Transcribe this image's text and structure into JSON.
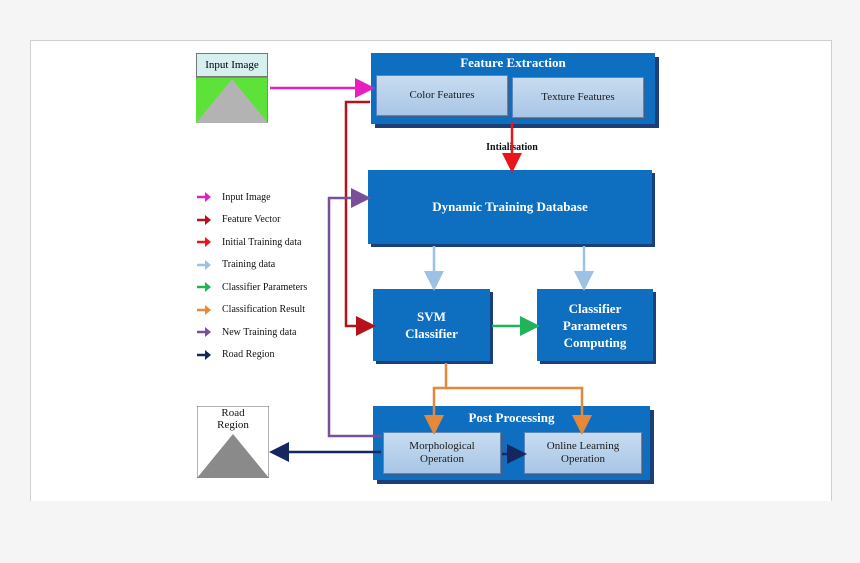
{
  "diagram": {
    "input_image_label": "Input Image",
    "feature_extraction": {
      "title": "Feature Extraction",
      "color_features": "Color Features",
      "texture_features": "Texture Features"
    },
    "initialisation_label": "Intialisation",
    "dynamic_db": "Dynamic Training Database",
    "svm_classifier": [
      "SVM",
      "Classifier"
    ],
    "classifier_params": [
      "Classifier",
      "Parameters",
      "Computing"
    ],
    "post_processing": {
      "title": "Post Processing",
      "morphological": [
        "Morphological",
        "Operation"
      ],
      "online_learning": [
        "Online Learning",
        "Operation"
      ]
    },
    "road_region_label": [
      "Road",
      "Region"
    ],
    "legend": [
      {
        "label": "Input Image",
        "color": "#e61fbf"
      },
      {
        "label": "Feature Vector",
        "color": "#b5121b"
      },
      {
        "label": "Initial Training data",
        "color": "#e8161c"
      },
      {
        "label": "Training data",
        "color": "#9dc1e3"
      },
      {
        "label": "Classifier Parameters",
        "color": "#1fb35a"
      },
      {
        "label": "Classification Result",
        "color": "#e5883a"
      },
      {
        "label": "New Training data",
        "color": "#7a4f9a"
      },
      {
        "label": "Road Region",
        "color": "#15275e"
      }
    ]
  }
}
